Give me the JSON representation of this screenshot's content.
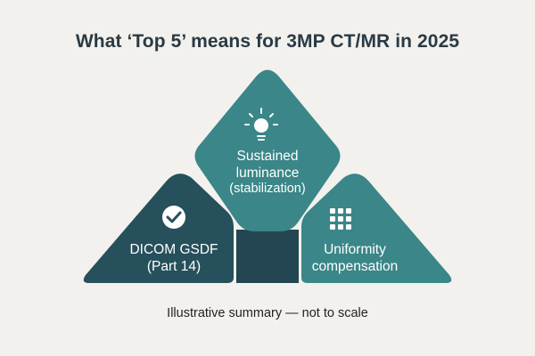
{
  "title": "What ‘Top 5’ means for 3MP CT/MR in 2025",
  "caption": "Illustrative summary — not to scale",
  "colors": {
    "background": "#f2f1ee",
    "top_block": "#3a8688",
    "left_block": "#26505b",
    "right_block": "#3a8688",
    "center_block": "#244652",
    "title_text": "#2a3a44"
  },
  "blocks": {
    "top": {
      "icon": "lightbulb-icon",
      "line1": "Sustained",
      "line2": "luminance",
      "line3": "(stabilization)"
    },
    "left": {
      "icon": "check-circle-icon",
      "line1": "DICOM GSDF",
      "line2": "(Part 14)"
    },
    "right": {
      "icon": "grid-icon",
      "line1": "Uniformity",
      "line2": "compensation"
    }
  }
}
